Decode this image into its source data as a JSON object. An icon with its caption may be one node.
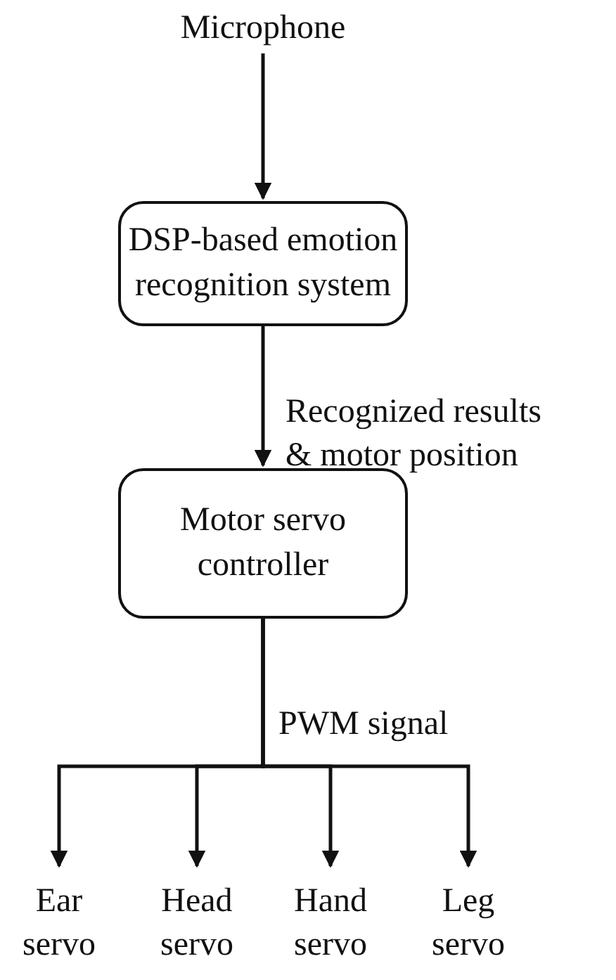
{
  "diagram": {
    "nodes": [
      {
        "text": [
          "Microphone"
        ]
      },
      {
        "text": [
          "DSP-based emotion recognition system"
        ]
      },
      {
        "text": [
          "Motor servo controller"
        ]
      },
      {
        "text": [
          "Ear servo"
        ]
      },
      {
        "text": [
          "Head servo"
        ]
      },
      {
        "text": [
          "Hand servo"
        ]
      },
      {
        "text": [
          "Leg servo"
        ]
      }
    ],
    "edges": [
      {
        "from": 0,
        "to": 1,
        "arrow": "to"
      },
      {
        "from": 1,
        "to": 2,
        "arrow": "to",
        "label": "Recognized results & motor position"
      },
      {
        "from": 2,
        "to": 3,
        "arrow": "to",
        "label": "PWM signal"
      },
      {
        "from": 2,
        "to": 4,
        "arrow": "to"
      },
      {
        "from": 2,
        "to": 5,
        "arrow": "to"
      },
      {
        "from": 2,
        "to": 6,
        "arrow": "to"
      }
    ]
  }
}
